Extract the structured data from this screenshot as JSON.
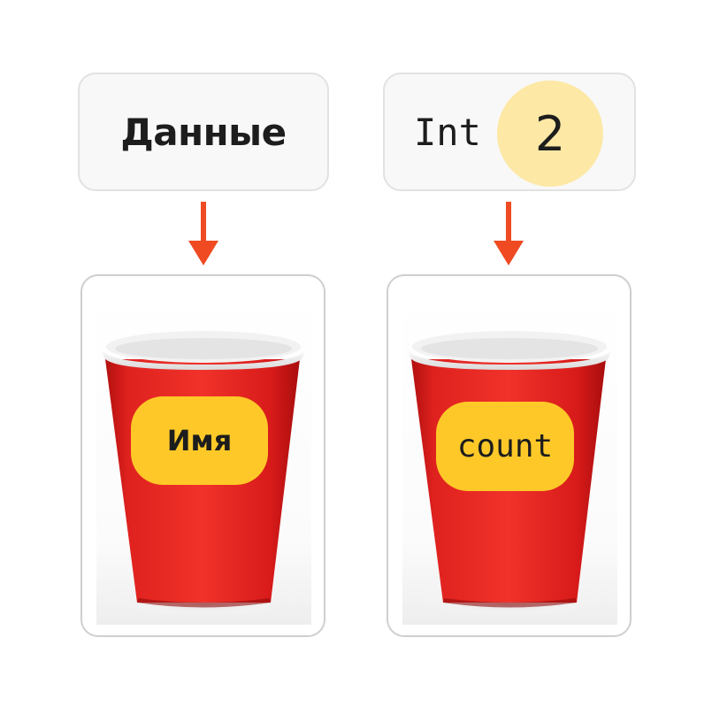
{
  "left": {
    "title": "Данные",
    "label": "Имя"
  },
  "right": {
    "type": "Int",
    "value": "2",
    "label": "count"
  },
  "colors": {
    "arrow": "#f04a23",
    "pill": "#fec928",
    "value_circle": "#fde8a6",
    "cup_red": "#e0221f",
    "box_background": "#f8f8f8"
  },
  "icons": {
    "arrow": "arrow-down-icon",
    "cup": "paper-cup-icon"
  }
}
